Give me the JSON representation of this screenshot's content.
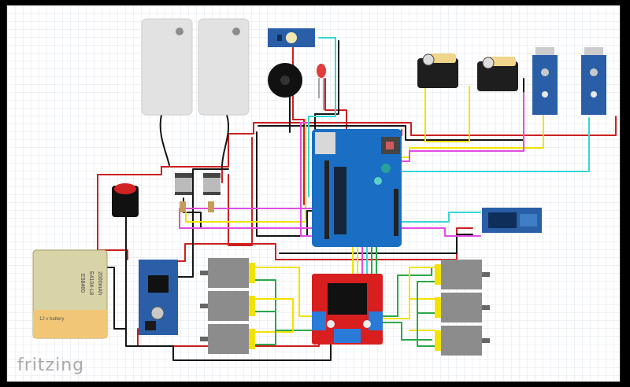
{
  "watermark": "fritzing",
  "battery": {
    "label_line1": "E58460",
    "label_line2": "E4104-L8",
    "label_line3": "2000mAh",
    "footer_text": "12 v battery"
  },
  "colors": {
    "red_wire": "#cc1f1f",
    "black_wire": "#151515",
    "yellow_wire": "#f2e200",
    "pink_wire": "#e24be2",
    "cyan_wire": "#35d6d6",
    "green_wire": "#2aa84a",
    "board_blue": "#1a6fc4",
    "driver_red": "#d81e1e",
    "module_blue": "#2a5fa8",
    "motor_gray": "#8c8c8c"
  },
  "components": [
    "battery-pack",
    "push-button",
    "voltage-regulator-left",
    "voltage-regulator-right",
    "buck-converter",
    "arduino-uno",
    "motor-driver",
    "bluetooth-module",
    "servo-left",
    "servo-right",
    "ir-sensor-left",
    "ir-sensor-right",
    "buzzer",
    "led",
    "sensor-module-top",
    "hc-sr04-like-boxes",
    "dc-motor-left-1",
    "dc-motor-left-2",
    "dc-motor-left-3",
    "dc-motor-right-1",
    "dc-motor-right-2",
    "dc-motor-right-3"
  ]
}
